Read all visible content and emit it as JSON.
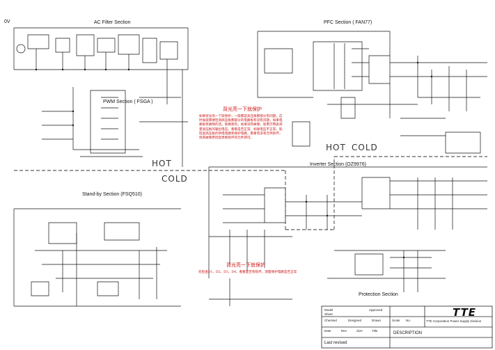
{
  "sheet": {
    "ref_corner": "0V"
  },
  "sections": {
    "ac_filter": "AC Filter Section",
    "pfc": "PFC Section ( FAN77)",
    "pwm": "PWM Section ( FSGA )",
    "inverter": "Inverter Section (OZ9976)",
    "standby": "Stand-by Section (FSQ510)",
    "protection": "Protection Section"
  },
  "isolation": {
    "hot_left": "HOT",
    "cold_left": "COLD",
    "hot_right": "HOT",
    "cold_right": "COLD"
  },
  "notes": {
    "top": {
      "title": "背光亮一下就保护",
      "body": "如果背光亮一下就保护，一般都是高压板那部分有问题，这时候就需要检测高压板那部分的电路板有没有问题，如果电路板有故障的话，就换新的，如果没有故障，就用万用表测量高压板的输出电压，看看是否正常。如果电压不正常，就检查高压板的供电电路和保护电路，看看有没有元件损坏，找到故障原因后更换损坏的元件即可。"
    },
    "bottom": {
      "title": "背光亮一下就保护",
      "body": "先检查D1、D2、D3、D4，看看是否有损坏，测量保护电路是否正常"
    }
  },
  "title_block": {
    "logo": "TTE",
    "rows": [
      "Model",
      "Sheet",
      "Approved",
      "Checked",
      "Designed",
      "Drawn",
      "Date",
      "Rev",
      "Size",
      "Title",
      "Scale",
      "No."
    ],
    "description": "DESCRIPTION",
    "footer": "Last revised",
    "company": "TTE Corporation Power Supply Division"
  }
}
